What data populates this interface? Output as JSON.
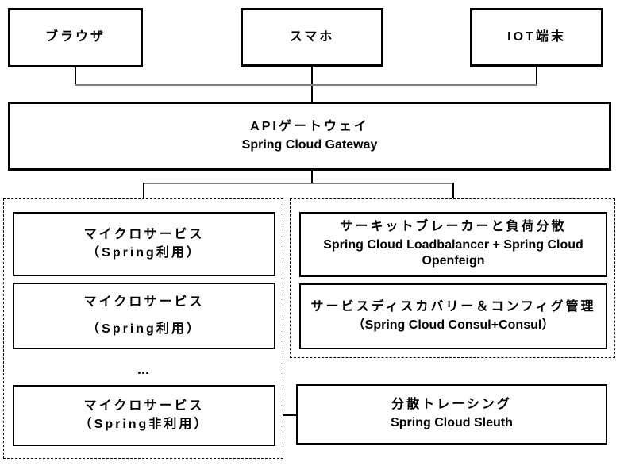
{
  "diagram": {
    "clients": {
      "browser": "ブラウザ",
      "smartphone": "スマホ",
      "iot": "IOT端末"
    },
    "gateway": {
      "title": "APIゲートウェイ",
      "subtitle": "Spring Cloud Gateway"
    },
    "microservices_group": {
      "service1": {
        "title": "マイクロサービス",
        "subtitle": "（Spring利用）"
      },
      "service2": {
        "title": "マイクロサービス",
        "subtitle": "（Spring利用）"
      },
      "ellipsis": "...",
      "service3": {
        "title": "マイクロサービス",
        "subtitle": "（Spring非利用）"
      }
    },
    "infra_group": {
      "circuit_breaker": {
        "title": "サーキットブレーカーと負荷分散",
        "subtitle": "Spring Cloud Loadbalancer + Spring Cloud Openfeign"
      },
      "service_discovery": {
        "title": "サービスディスカバリー＆コンフィグ管理",
        "subtitle": "（Spring Cloud Consul+Consul）"
      }
    },
    "tracing": {
      "title": "分散トレーシング",
      "subtitle": "Spring Cloud Sleuth"
    },
    "colors": {
      "box_border": "#000000",
      "connector_horizontal": "#808080",
      "connector_vertical": "#000000",
      "background": "#ffffff"
    }
  }
}
